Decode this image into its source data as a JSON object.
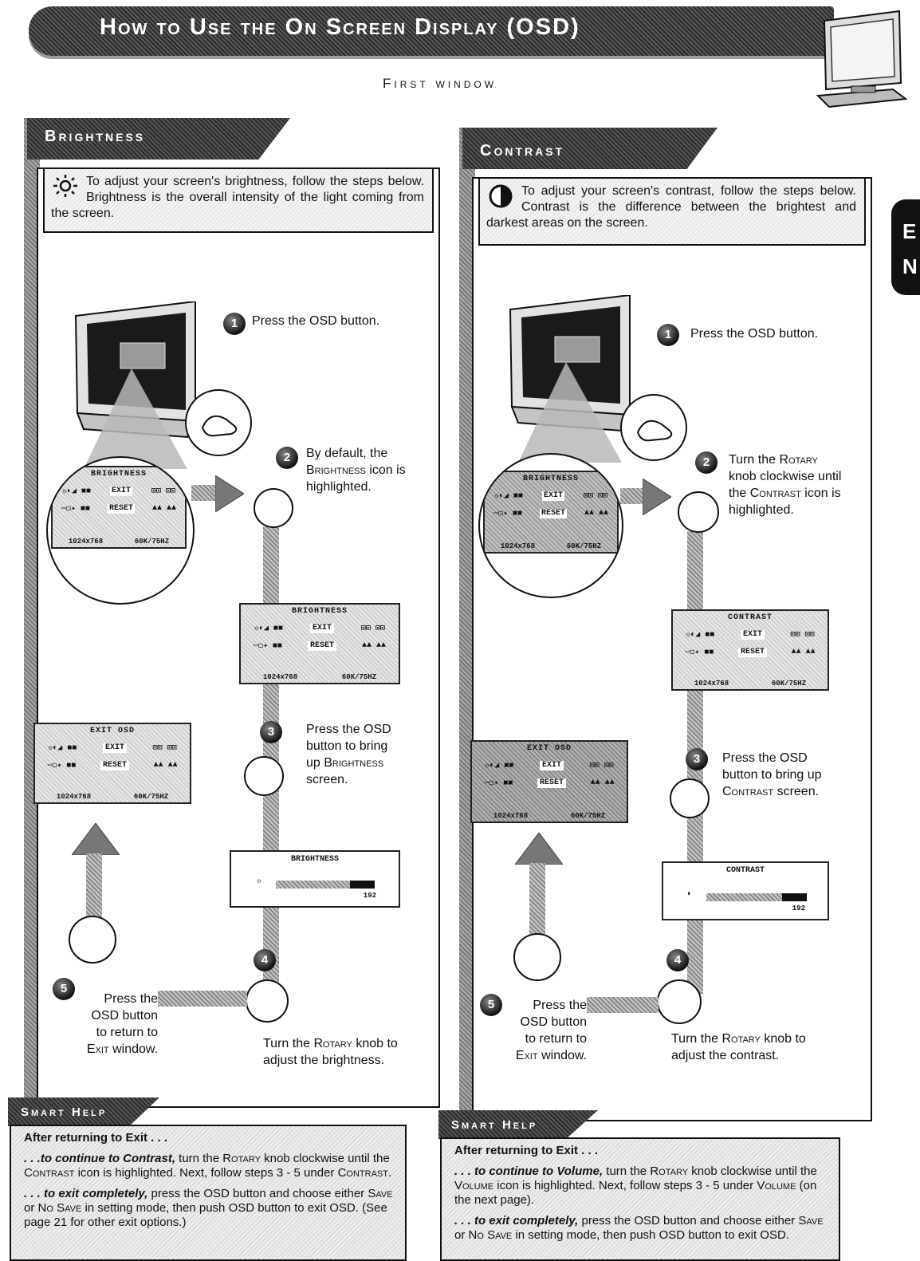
{
  "header": {
    "title": "How to Use the On Screen Display (OSD)",
    "subtitle": "First window"
  },
  "side_tab": {
    "line1": "E",
    "line2": "N"
  },
  "brightness": {
    "section_title": "Brightness",
    "intro": "To adjust your screen's brightness, follow the steps below. Brightness is the overall intensity of the light coming from the screen.",
    "step1": {
      "num": "1",
      "text": "Press the OSD button."
    },
    "step2": {
      "num": "2",
      "pre": "By default, the",
      "keyword": "Brightness",
      "post": "icon is highlighted."
    },
    "step3": {
      "num": "3",
      "pre": "Press the OSD button to bring up",
      "keyword": "Brightness",
      "post": "screen."
    },
    "step4": {
      "num": "4",
      "pre": "Turn the",
      "keyword": "Rotary",
      "post": "knob to adjust the brightness."
    },
    "step5": {
      "num": "5",
      "pre": "Press the OSD button to return to",
      "keyword": "Exit",
      "post": "window."
    },
    "osd_menu": {
      "title": "BRIGHTNESS",
      "exit": "EXIT",
      "reset": "RESET",
      "res": "1024x768",
      "freq": "60K/75HZ"
    },
    "osd_exit": {
      "title": "EXIT OSD",
      "exit": "EXIT",
      "reset": "RESET",
      "res": "1024x768",
      "freq": "60K/75HZ"
    },
    "slider": {
      "title": "BRIGHTNESS",
      "value": "192",
      "level": 0.75
    }
  },
  "contrast": {
    "section_title": "Contrast",
    "intro": "To adjust your screen's contrast, follow the steps below. Contrast is the difference between the brightest and darkest areas on the screen.",
    "step1": {
      "num": "1",
      "text": "Press the OSD button."
    },
    "step2": {
      "num": "2",
      "pre": "Turn the",
      "keyword": "Rotary",
      "mid": "knob clockwise until the",
      "keyword2": "Contrast",
      "post": "icon is highlighted."
    },
    "step3": {
      "num": "3",
      "pre": "Press the OSD button to bring up",
      "keyword": "Contrast",
      "post": "screen."
    },
    "step4": {
      "num": "4",
      "pre": "Turn the",
      "keyword": "Rotary",
      "post": "knob to adjust the contrast."
    },
    "step5": {
      "num": "5",
      "pre": "Press the OSD button to return to",
      "keyword": "Exit",
      "post": "window."
    },
    "osd_menu": {
      "title": "CONTRAST",
      "exit": "EXIT",
      "reset": "RESET",
      "res": "1024x768",
      "freq": "60K/75HZ"
    },
    "osd_exit": {
      "title": "EXIT OSD",
      "exit": "EXIT",
      "reset": "RESET",
      "res": "1024x768",
      "freq": "60K/75HZ"
    },
    "slider": {
      "title": "CONTRAST",
      "value": "192",
      "level": 0.75
    }
  },
  "help_left": {
    "tab": "Smart Help",
    "lead": "After returning to Exit . . .",
    "p1_em": ". . .to continue to Contrast,",
    "p1_a": "turn the",
    "p1_k1": "Rotary",
    "p1_b": "knob clockwise until the",
    "p1_k2": "Contrast",
    "p1_c": "icon is highlighted. Next, follow steps 3 - 5 under",
    "p1_k3": "Contrast.",
    "p2_em": ". . . to exit completely,",
    "p2_a": "press the OSD button and choose either",
    "p2_k1": "Save",
    "p2_b": "or",
    "p2_k2": "No Save",
    "p2_c": "in setting mode, then push OSD button to exit OSD. (See page 21 for other exit options.)"
  },
  "help_right": {
    "tab": "Smart Help",
    "lead": "After returning to Exit . . .",
    "p1_em": ". . . to continue to Volume,",
    "p1_a": "turn the",
    "p1_k1": "Rotary",
    "p1_b": "knob clockwise until the",
    "p1_k2": "Volume",
    "p1_c": "icon is highlighted. Next, follow steps 3 - 5 under",
    "p1_k3": "Volume",
    "p1_d": "(on the next page).",
    "p2_em": ". . . to exit completely,",
    "p2_a": "press the OSD button and choose either",
    "p2_k1": "Save",
    "p2_b": "or",
    "p2_k2": "No Save",
    "p2_c": "in setting mode, then push OSD button to exit OSD."
  }
}
